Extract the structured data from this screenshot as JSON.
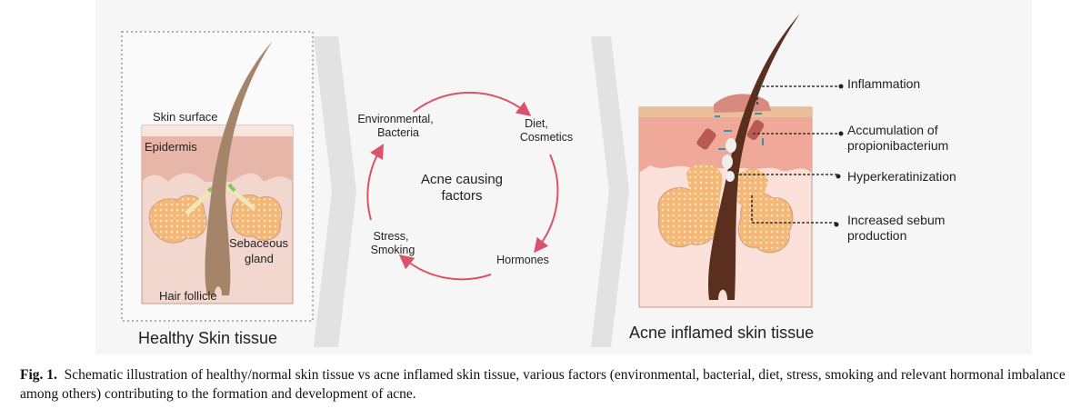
{
  "healthy": {
    "title": "Healthy Skin tissue",
    "labels": {
      "skin_surface": "Skin surface",
      "epidermis": "Epidermis",
      "sebaceous_1": "Sebaceous",
      "sebaceous_2": "gland",
      "hair_follicle": "Hair follicle"
    }
  },
  "cycle": {
    "center_1": "Acne causing",
    "center_2": "factors",
    "items": [
      {
        "line1": "Environmental,",
        "line2": "Bacteria"
      },
      {
        "line1": "Diet,",
        "line2": "Cosmetics"
      },
      {
        "line1": "Hormones",
        "line2": ""
      },
      {
        "line1": "Stress,",
        "line2": "Smoking"
      }
    ],
    "arrow_color": "#d9536a"
  },
  "acne": {
    "title": "Acne inflamed skin tissue",
    "callouts": [
      {
        "line1": "Inflammation",
        "line2": ""
      },
      {
        "line1": "Accumulation of",
        "line2": "propionibacterium"
      },
      {
        "line1": "Hyperkeratinization",
        "line2": ""
      },
      {
        "line1": "Increased sebum",
        "line2": "production"
      }
    ]
  },
  "caption": {
    "label": "Fig. 1.",
    "text": "Schematic illustration of healthy/normal skin tissue vs acne inflamed skin tissue, various factors (environmental, bacterial, diet, stress, smoking and relevant hormonal imbalance among others) contributing to the formation and development of acne."
  }
}
